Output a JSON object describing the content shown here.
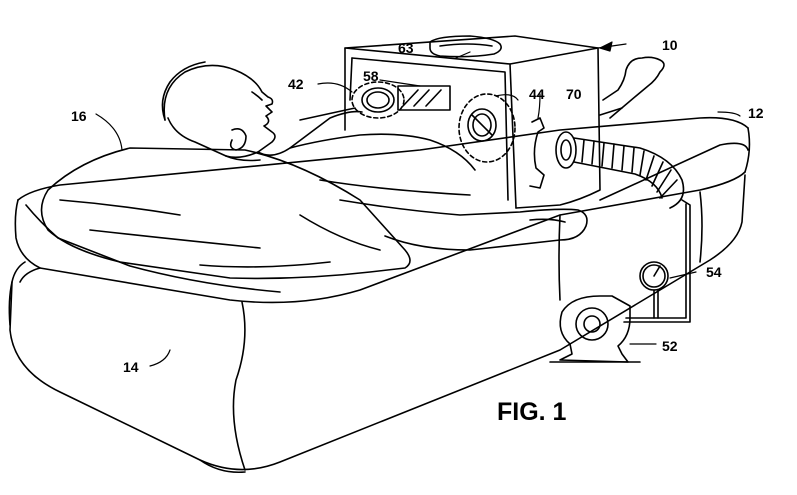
{
  "figure": {
    "caption": "FIG. 1",
    "labels": [
      {
        "id": "10",
        "text": "10"
      },
      {
        "id": "12",
        "text": "12"
      },
      {
        "id": "14",
        "text": "14"
      },
      {
        "id": "16",
        "text": "16"
      },
      {
        "id": "42",
        "text": "42"
      },
      {
        "id": "44",
        "text": "44"
      },
      {
        "id": "52",
        "text": "52"
      },
      {
        "id": "54",
        "text": "54"
      },
      {
        "id": "58",
        "text": "58"
      },
      {
        "id": "63",
        "text": "63"
      },
      {
        "id": "70",
        "text": "70"
      }
    ]
  },
  "colors": {
    "ink": "#000000",
    "paper": "#ffffff"
  }
}
